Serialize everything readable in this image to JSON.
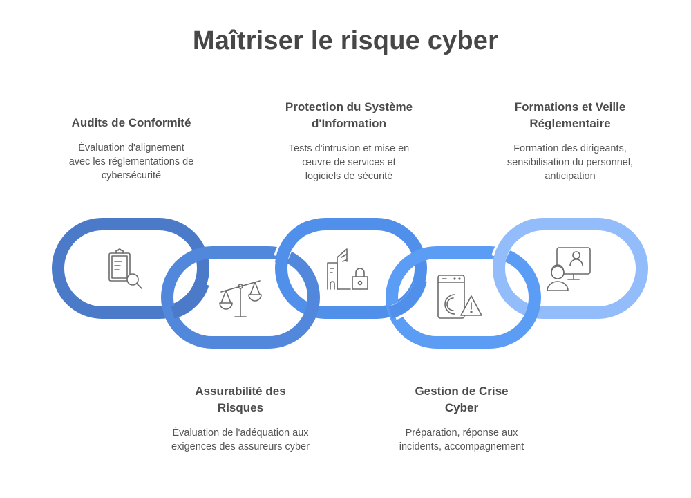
{
  "title": "Maîtriser le risque cyber",
  "items": [
    {
      "title": "Audits de Conformité",
      "description": "Évaluation d'alignement avec les réglementations de cybersécurité",
      "icon": "clipboard-search-icon",
      "color": "#4A7AC8",
      "position": "top"
    },
    {
      "title": "Assurabilité des Risques",
      "description": "Évaluation de l'adéquation aux exigences des assureurs cyber",
      "icon": "scales-icon",
      "color": "#5188DB",
      "position": "bottom"
    },
    {
      "title": "Protection du Système d'Information",
      "description": "Tests d'intrusion et mise en œuvre de services et logiciels de sécurité",
      "icon": "building-lock-icon",
      "color": "#5090EA",
      "position": "top"
    },
    {
      "title": "Gestion de Crise Cyber",
      "description": "Préparation, réponse aux incidents, accompagnement",
      "icon": "browser-euro-warning-icon",
      "color": "#5B9CF5",
      "position": "bottom"
    },
    {
      "title": "Formations et Veille Réglementaire",
      "description": "Formation des dirigeants, sensibilisation du personnel, anticipation",
      "icon": "person-presentation-icon",
      "color": "#93BCFB",
      "position": "top"
    }
  ]
}
